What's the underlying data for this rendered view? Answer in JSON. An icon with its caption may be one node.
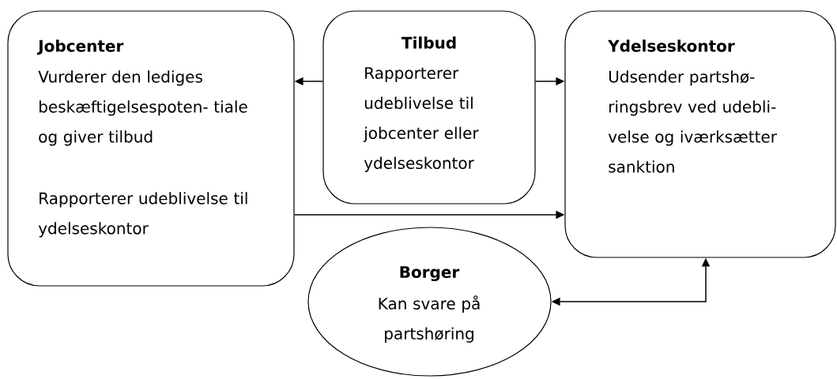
{
  "diagram": {
    "nodes": [
      {
        "text": [
          "Jobcenter",
          "Vurderer den lediges beskæftigelsespoten- tiale og giver tilbud",
          "Rapporterer udeblivelse til ydelseskontor"
        ]
      },
      {
        "text": [
          "Tilbud",
          "Rapporterer udeblivelse til jobcenter eller ydelseskontor"
        ]
      },
      {
        "text": [
          "Ydelseskontor",
          "Udsender partshø- ringsbrev ved udebli- velse og iværksætter sanktion"
        ]
      },
      {
        "text": [
          "Borger",
          "Kan svare på partshøring"
        ]
      }
    ],
    "edges": [
      {
        "from": 1,
        "to": 0,
        "arrow": "to"
      },
      {
        "from": 1,
        "to": 2,
        "arrow": "to"
      },
      {
        "from": 0,
        "to": 2,
        "arrow": "to"
      },
      {
        "from": 2,
        "to": 3,
        "arrow": "both"
      }
    ]
  }
}
